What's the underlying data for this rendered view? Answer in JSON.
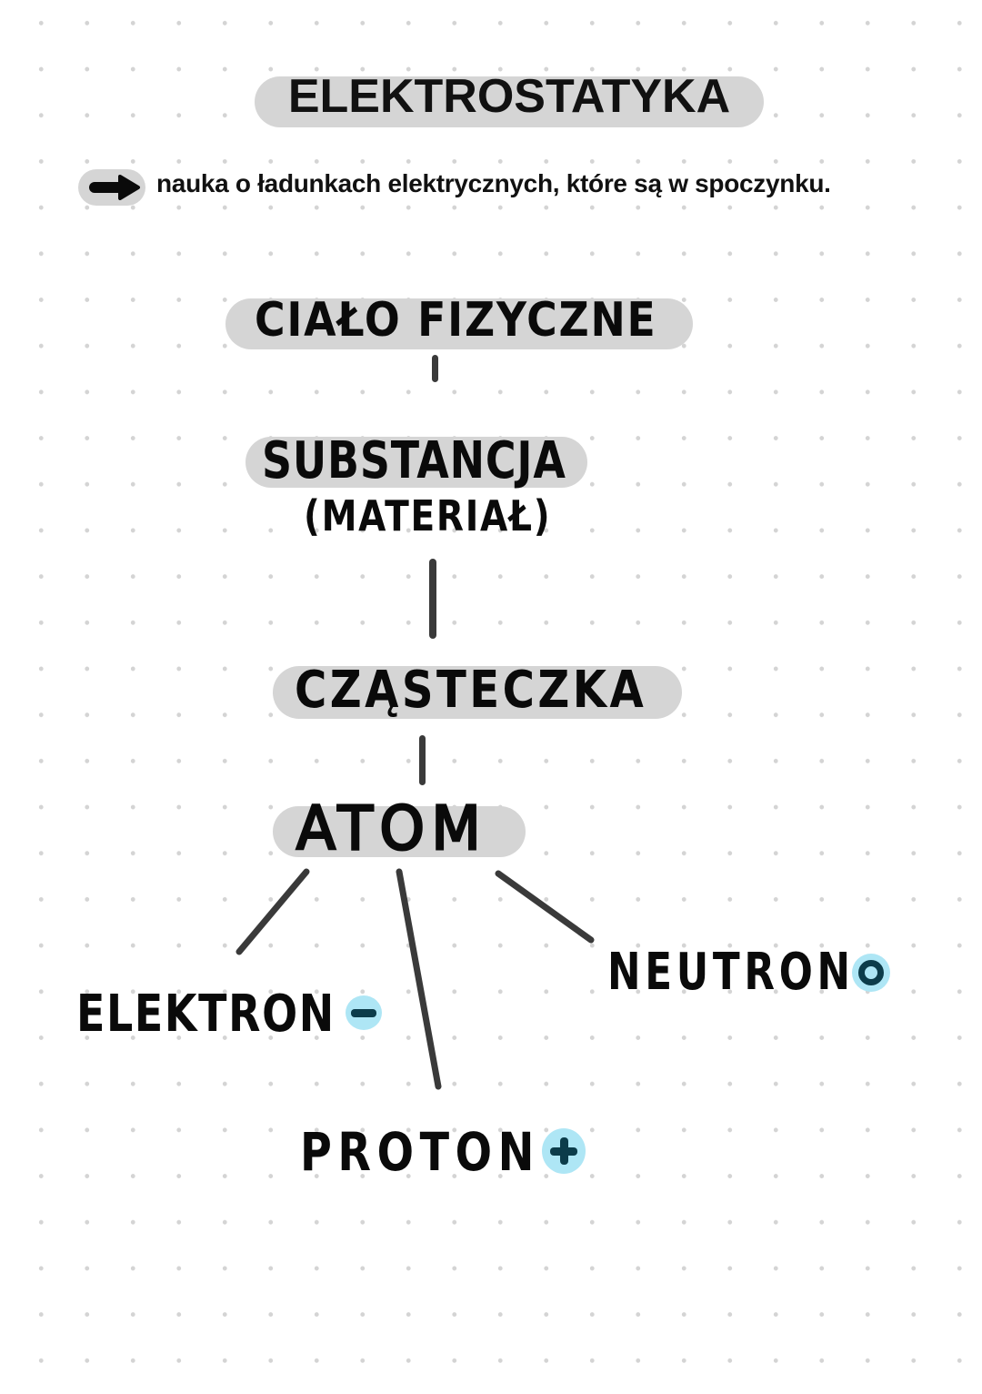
{
  "title": "ELEKTROSTATYKA",
  "definition": {
    "arrow_icon": "arrow-right-icon",
    "text": "nauka o ładunkach elektrycznych, które są w spoczynku."
  },
  "hierarchy": [
    {
      "label": "CIAŁO FIZYCZNE"
    },
    {
      "label": "SUBSTANCJA",
      "sublabel": "(MATERIAŁ)"
    },
    {
      "label": "CZĄSTECZKA"
    },
    {
      "label": "ATOM"
    }
  ],
  "particles": [
    {
      "label": "ELEKTRON",
      "charge": "−",
      "charge_icon": "minus-icon"
    },
    {
      "label": "PROTON",
      "charge": "+",
      "charge_icon": "plus-icon"
    },
    {
      "label": "NEUTRON",
      "charge": "0",
      "charge_icon": "neutral-circle-icon"
    }
  ],
  "colors": {
    "highlight": "#d5d5d5",
    "charge_highlight": "#aee6f5",
    "charge_symbol": "#0c3c4a",
    "line": "#3a3a3a",
    "text": "#0a0a0a"
  }
}
